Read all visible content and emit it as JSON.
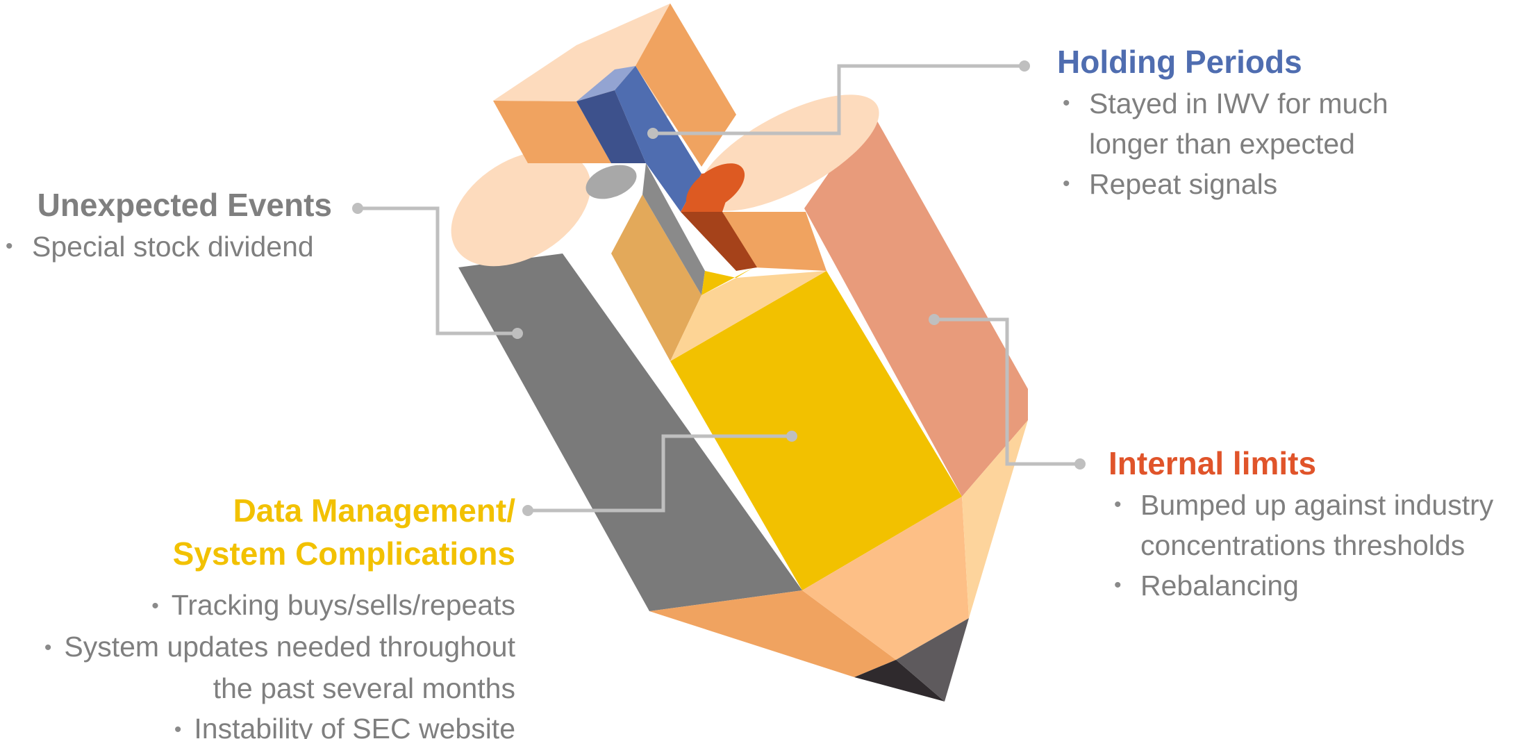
{
  "holding_periods": {
    "heading": "Holding Periods",
    "color": "#4f6db0",
    "bullets": [
      "Stayed in IWV for much longer than expected",
      "Repeat signals"
    ]
  },
  "unexpected_events": {
    "heading": "Unexpected Events",
    "color": "#7f7f7f",
    "bullets": [
      "Special stock dividend"
    ]
  },
  "internal_limits": {
    "heading": "Internal limits",
    "color": "#e0542a",
    "bullets": [
      "Bumped up against industry concentrations thresholds",
      "Rebalancing"
    ]
  },
  "data_management": {
    "heading_line1": "Data Management/",
    "heading_line2": "System Complications",
    "color": "#f2c100",
    "bullets": [
      "Tracking buys/sells/repeats",
      "System updates needed throughout the past several months",
      "Instability of SEC website"
    ]
  },
  "colors": {
    "cap": "#fddbbd",
    "gray_side": "#7a7a7a",
    "yellow_side": "#f2c100",
    "salmon_side": "#e89b7b",
    "orange_face": "#f0a360",
    "blue": "#4f6db0",
    "blue_dark": "#3d518c",
    "red_orange": "#dd5a22",
    "tip_light": "#fdbf86",
    "tip_dark": "#4a4a4a",
    "connector": "#bfbfbf"
  }
}
